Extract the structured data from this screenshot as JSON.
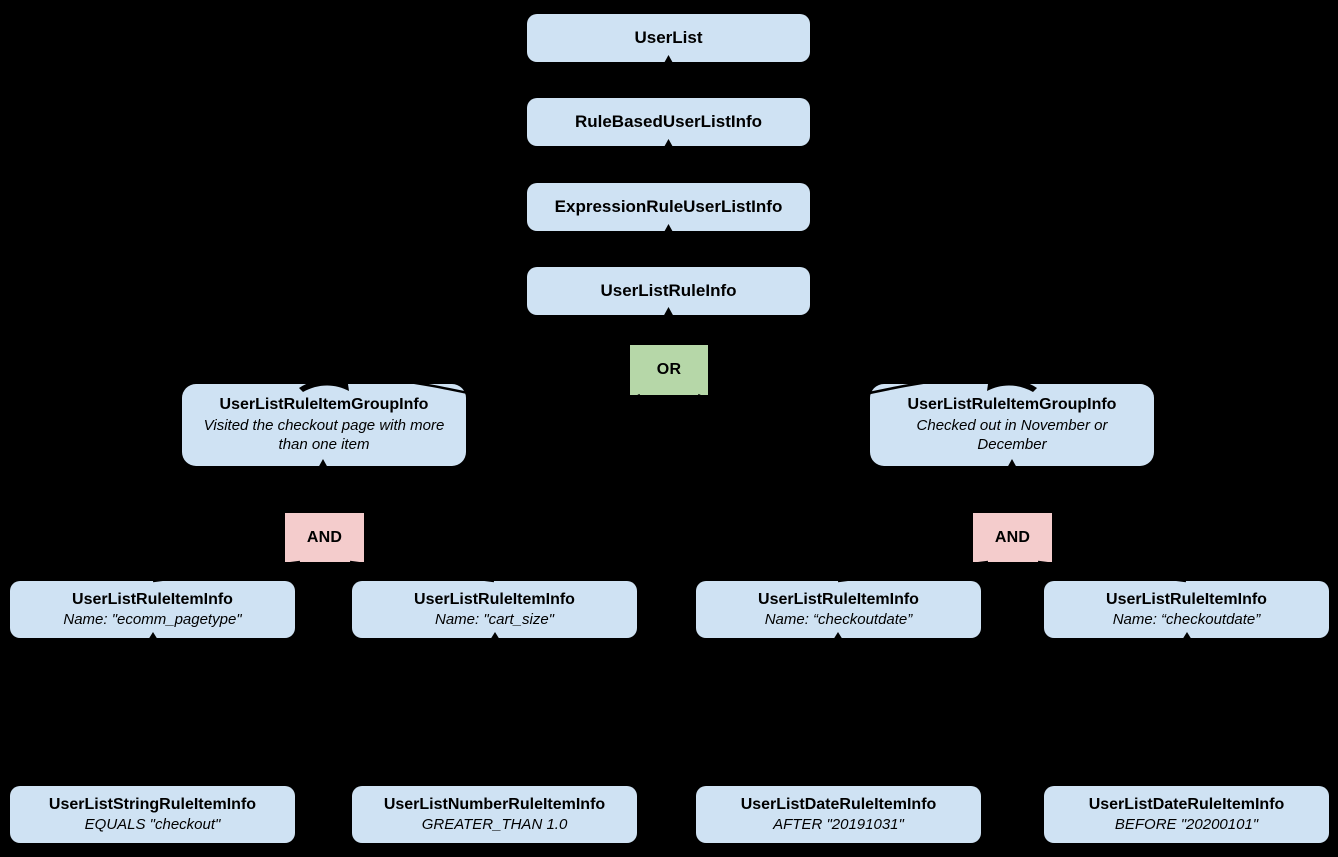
{
  "diagram": {
    "colors": {
      "background": "#000000",
      "node_fill": "#cfe2f3",
      "or_fill": "#b6d7a8",
      "and_fill": "#f4cccc",
      "text": "#000000",
      "connector": "#000000"
    },
    "nodes": {
      "user_list": {
        "label": "UserList"
      },
      "rule_based": {
        "label": "RuleBasedUserListInfo"
      },
      "expression_rule": {
        "label": "ExpressionRuleUserListInfo"
      },
      "user_list_rule": {
        "label": "UserListRuleInfo"
      },
      "or_operator": {
        "label": "OR"
      },
      "group_left": {
        "label": "UserListRuleItemGroupInfo",
        "description": "Visited the checkout page with more than one item"
      },
      "group_right": {
        "label": "UserListRuleItemGroupInfo",
        "description": "Checked out in November or December"
      },
      "and_left": {
        "label": "AND"
      },
      "and_right": {
        "label": "AND"
      },
      "item_1": {
        "label": "UserListRuleItemInfo",
        "description": "Name: \"ecomm_pagetype\""
      },
      "item_2": {
        "label": "UserListRuleItemInfo",
        "description": "Name: \"cart_size\""
      },
      "item_3": {
        "label": "UserListRuleItemInfo",
        "description": "Name: “checkoutdate”"
      },
      "item_4": {
        "label": "UserListRuleItemInfo",
        "description": "Name: “checkoutdate”"
      },
      "operand_1": {
        "label": "UserListStringRuleItemInfo",
        "description": "EQUALS \"checkout\""
      },
      "operand_2": {
        "label": "UserListNumberRuleItemInfo",
        "description": "GREATER_THAN 1.0"
      },
      "operand_3": {
        "label": "UserListDateRuleItemInfo",
        "description": "AFTER \"20191031\""
      },
      "operand_4": {
        "label": "UserListDateRuleItemInfo",
        "description": "BEFORE \"20200101\""
      }
    }
  }
}
